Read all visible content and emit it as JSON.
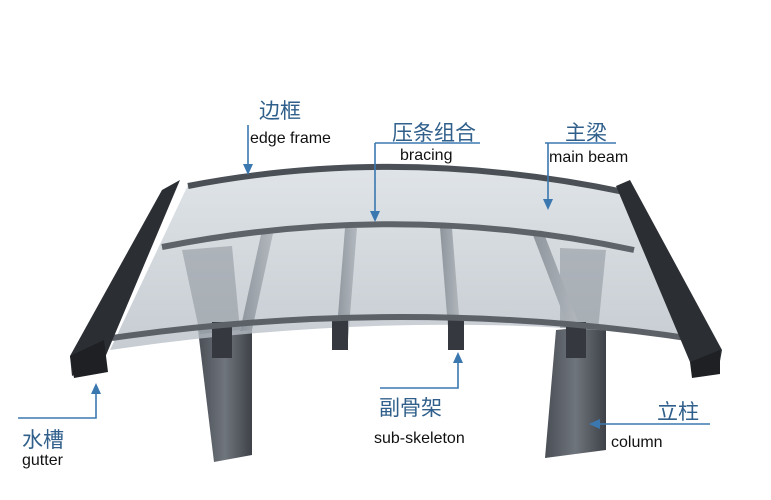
{
  "labels": {
    "edge_frame": {
      "zh": "边框",
      "en": "edge frame"
    },
    "bracing": {
      "zh": "压条组合",
      "en": "bracing"
    },
    "main_beam": {
      "zh": "主梁",
      "en": "main beam"
    },
    "gutter": {
      "zh": "水槽",
      "en": "gutter"
    },
    "sub_skeleton": {
      "zh": "副骨架",
      "en": "sub-skeleton"
    },
    "column": {
      "zh": "立柱",
      "en": "column"
    }
  },
  "colors": {
    "callout": "#3b78b0",
    "label_zh": "#2f5f8a",
    "steel_dark": "#3a3e44",
    "steel_mid": "#6e747b",
    "panel": "#c9d0d6"
  }
}
